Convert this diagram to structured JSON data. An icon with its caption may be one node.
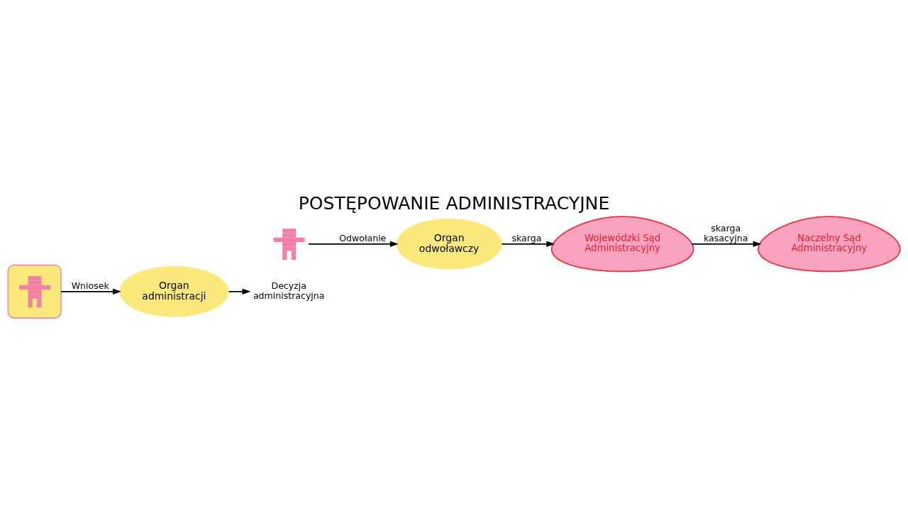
{
  "diagram": {
    "title": "POSTĘPOWANIE ADMINISTRACYJNE",
    "nodes": [
      {
        "text": [],
        "shape": "person"
      },
      {
        "text": [
          "Organ administracji"
        ]
      },
      {
        "text": [
          "Decyzja administracyjna"
        ]
      },
      {
        "text": [],
        "shape": "person"
      },
      {
        "text": [
          "Organ odwoławczy"
        ]
      },
      {
        "text": [
          "Wojewódzki Sąd Administracyjny"
        ]
      },
      {
        "text": [
          "Naczelny Sąd Administracyjny"
        ]
      }
    ],
    "edges": [
      {
        "from": 0,
        "to": 1,
        "arrow": "to",
        "label": "Wniosek"
      },
      {
        "from": 1,
        "to": 2,
        "arrow": "to"
      },
      {
        "from": 3,
        "to": 4,
        "arrow": "to",
        "label": "Odwołanie"
      },
      {
        "from": 4,
        "to": 5,
        "arrow": "to",
        "label": "skarga"
      },
      {
        "from": 5,
        "to": 6,
        "arrow": "to",
        "label": "skarga kasacyjna"
      }
    ]
  }
}
